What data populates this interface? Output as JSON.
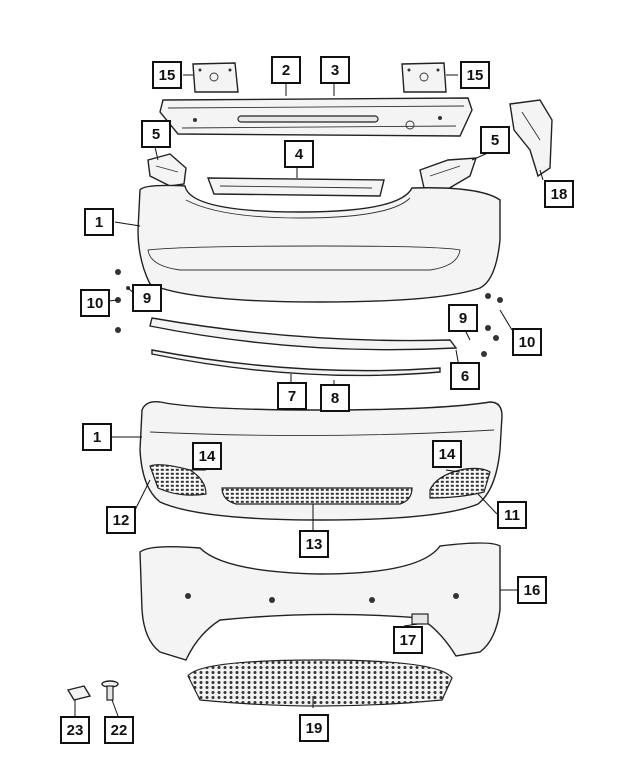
{
  "callouts": [
    {
      "id": "c15a",
      "label": "15"
    },
    {
      "id": "c2",
      "label": "2"
    },
    {
      "id": "c3",
      "label": "3"
    },
    {
      "id": "c15b",
      "label": "15"
    },
    {
      "id": "c5a",
      "label": "5"
    },
    {
      "id": "c4",
      "label": "4"
    },
    {
      "id": "c5b",
      "label": "5"
    },
    {
      "id": "c18",
      "label": "18"
    },
    {
      "id": "c1a",
      "label": "1"
    },
    {
      "id": "c10a",
      "label": "10"
    },
    {
      "id": "c9a",
      "label": "9"
    },
    {
      "id": "c9b",
      "label": "9"
    },
    {
      "id": "c10b",
      "label": "10"
    },
    {
      "id": "c6",
      "label": "6"
    },
    {
      "id": "c7",
      "label": "7"
    },
    {
      "id": "c8",
      "label": "8"
    },
    {
      "id": "c1b",
      "label": "1"
    },
    {
      "id": "c14a",
      "label": "14"
    },
    {
      "id": "c14b",
      "label": "14"
    },
    {
      "id": "c12",
      "label": "12"
    },
    {
      "id": "c11",
      "label": "11"
    },
    {
      "id": "c13",
      "label": "13"
    },
    {
      "id": "c16",
      "label": "16"
    },
    {
      "id": "c17",
      "label": "17"
    },
    {
      "id": "c19",
      "label": "19"
    },
    {
      "id": "c23",
      "label": "23"
    },
    {
      "id": "c22",
      "label": "22"
    }
  ],
  "colors": {
    "line": "#222222",
    "fill": "#f4f4f4",
    "background": "#ffffff"
  }
}
